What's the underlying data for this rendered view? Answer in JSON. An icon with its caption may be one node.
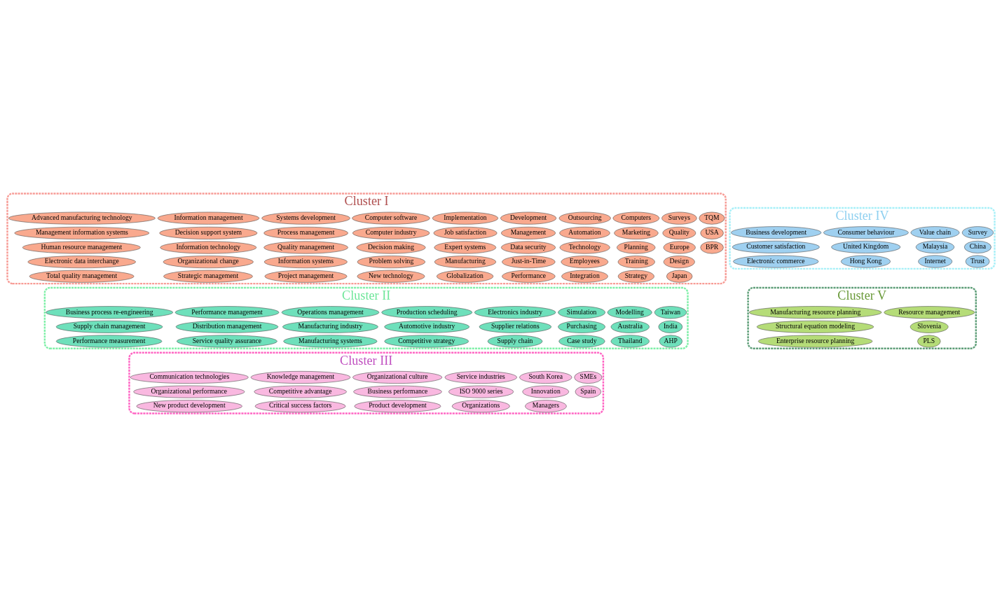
{
  "diagram": {
    "nodes": [
      {
        "text": [
          "Cluster III"
        ]
      },
      {
        "text": [
          "SMEs"
        ],
        "in": 0
      },
      {
        "text": [
          "Business performance"
        ],
        "in": 0
      },
      {
        "text": [
          "New product development"
        ],
        "in": 0
      },
      {
        "text": [
          "Organizational culture"
        ],
        "in": 0
      },
      {
        "text": [
          "Organizational performance"
        ],
        "in": 0
      },
      {
        "text": [
          "Competitive advantage"
        ],
        "in": 0
      },
      {
        "text": [
          "Organizations"
        ],
        "in": 0
      },
      {
        "text": [
          "Spain"
        ],
        "in": 0
      },
      {
        "text": [
          "Knowledge management"
        ],
        "in": 0
      },
      {
        "text": [
          "Innovation"
        ],
        "in": 0
      },
      {
        "text": [
          "South Korea"
        ],
        "in": 0
      },
      {
        "text": [
          "ISO 9000 series"
        ],
        "in": 0
      },
      {
        "text": [
          "Communication technologies"
        ],
        "in": 0
      },
      {
        "text": [
          "Critical success factors"
        ],
        "in": 0
      },
      {
        "text": [
          "Managers"
        ],
        "in": 0
      },
      {
        "text": [
          "Service industries"
        ],
        "in": 0
      },
      {
        "text": [
          "Product development"
        ],
        "in": 0
      },
      {
        "text": [
          "Cluster II"
        ]
      },
      {
        "text": [
          "Supply chain management"
        ],
        "in": 18
      },
      {
        "text": [
          "Performance management"
        ],
        "in": 18
      },
      {
        "text": [
          "Simulation"
        ],
        "in": 18
      },
      {
        "text": [
          "Business process re-engineering"
        ],
        "in": 18
      },
      {
        "text": [
          "Automotive industry"
        ],
        "in": 18
      },
      {
        "text": [
          "AHP"
        ],
        "in": 18
      },
      {
        "text": [
          "Australia"
        ],
        "in": 18
      },
      {
        "text": [
          "Electronics industry"
        ],
        "in": 18
      },
      {
        "text": [
          "Performance measurement"
        ],
        "in": 18
      },
      {
        "text": [
          "Service quality assurance"
        ],
        "in": 18
      },
      {
        "text": [
          "Thailand"
        ],
        "in": 18
      },
      {
        "text": [
          "Manufacturing systems"
        ],
        "in": 18
      },
      {
        "text": [
          "India"
        ],
        "in": 18
      },
      {
        "text": [
          "Case study"
        ],
        "in": 18
      },
      {
        "text": [
          "Production scheduling"
        ],
        "in": 18
      },
      {
        "text": [
          "Supplier relations"
        ],
        "in": 18
      },
      {
        "text": [
          "Competitive strategy"
        ],
        "in": 18
      },
      {
        "text": [
          "Operations management"
        ],
        "in": 18
      },
      {
        "text": [
          "Taiwan"
        ],
        "in": 18
      },
      {
        "text": [
          "Modelling"
        ],
        "in": 18
      },
      {
        "text": [
          "Manufacturing industry"
        ],
        "in": 18
      },
      {
        "text": [
          "Supply chain"
        ],
        "in": 18
      },
      {
        "text": [
          "Purchasing"
        ],
        "in": 18
      },
      {
        "text": [
          "Distribution management"
        ],
        "in": 18
      },
      {
        "text": [
          "Cluster I"
        ]
      },
      {
        "text": [
          "Advanced manufacturing technology"
        ],
        "in": 43
      },
      {
        "text": [
          "Just-in-Time"
        ],
        "in": 43
      },
      {
        "text": [
          "Decision support system"
        ],
        "in": 43
      },
      {
        "text": [
          "Management information systems"
        ],
        "in": 43
      },
      {
        "text": [
          "Surveys"
        ],
        "in": 43
      },
      {
        "text": [
          "Decision making"
        ],
        "in": 43
      },
      {
        "text": [
          "Strategy"
        ],
        "in": 43
      },
      {
        "text": [
          "Employees"
        ],
        "in": 43
      },
      {
        "text": [
          "Expert systems"
        ],
        "in": 43
      },
      {
        "text": [
          "Manufacturing"
        ],
        "in": 43
      },
      {
        "text": [
          "Development"
        ],
        "in": 43
      },
      {
        "text": [
          "Information systems"
        ],
        "in": 43
      },
      {
        "text": [
          "USA"
        ],
        "in": 43
      },
      {
        "text": [
          "Process management"
        ],
        "in": 43
      },
      {
        "text": [
          "Information technology"
        ],
        "in": 43
      },
      {
        "text": [
          "Job satisfaction"
        ],
        "in": 43
      },
      {
        "text": [
          "Human resource management"
        ],
        "in": 43
      },
      {
        "text": [
          "Computer software"
        ],
        "in": 43
      },
      {
        "text": [
          "Training"
        ],
        "in": 43
      },
      {
        "text": [
          "Computer industry"
        ],
        "in": 43
      },
      {
        "text": [
          "Japan"
        ],
        "in": 43
      },
      {
        "text": [
          "Strategic management"
        ],
        "in": 43
      },
      {
        "text": [
          "Planning"
        ],
        "in": 43
      },
      {
        "text": [
          "Outsourcing"
        ],
        "in": 43
      },
      {
        "text": [
          "Organizational change"
        ],
        "in": 43
      },
      {
        "text": [
          "Globalization"
        ],
        "in": 43
      },
      {
        "text": [
          "Technology"
        ],
        "in": 43
      },
      {
        "text": [
          "Systems development"
        ],
        "in": 43
      },
      {
        "text": [
          "Total quality management"
        ],
        "in": 43
      },
      {
        "text": [
          "Management"
        ],
        "in": 43
      },
      {
        "text": [
          "BPR"
        ],
        "in": 43
      },
      {
        "text": [
          "Europe"
        ],
        "in": 43
      },
      {
        "text": [
          "Quality"
        ],
        "in": 43
      },
      {
        "text": [
          "Quality management"
        ],
        "in": 43
      },
      {
        "text": [
          "Integration"
        ],
        "in": 43
      },
      {
        "text": [
          "Problem solving"
        ],
        "in": 43
      },
      {
        "text": [
          "Computers"
        ],
        "in": 43
      },
      {
        "text": [
          "Data security"
        ],
        "in": 43
      },
      {
        "text": [
          "Information management"
        ],
        "in": 43
      },
      {
        "text": [
          "Implementation"
        ],
        "in": 43
      },
      {
        "text": [
          "Design"
        ],
        "in": 43
      },
      {
        "text": [
          "TQM"
        ],
        "in": 43
      },
      {
        "text": [
          "Electronic data interchange"
        ],
        "in": 43
      },
      {
        "text": [
          "New technology"
        ],
        "in": 43
      },
      {
        "text": [
          "Project management"
        ],
        "in": 43
      },
      {
        "text": [
          "Marketing"
        ],
        "in": 43
      },
      {
        "text": [
          "Performance"
        ],
        "in": 43
      },
      {
        "text": [
          "Automation"
        ],
        "in": 43
      },
      {
        "text": [
          "Cluster V"
        ]
      },
      {
        "text": [
          "Enterprise resource planning"
        ],
        "in": 92
      },
      {
        "text": [
          "Structural equation modeling"
        ],
        "in": 92
      },
      {
        "text": [
          "Manufacturing resource planning"
        ],
        "in": 92
      },
      {
        "text": [
          "Resource management"
        ],
        "in": 92
      },
      {
        "text": [
          "PLS"
        ],
        "in": 92
      },
      {
        "text": [
          "Slovenia"
        ],
        "in": 92
      },
      {
        "text": [
          "Cluster IV"
        ]
      },
      {
        "text": [
          "Malaysia"
        ],
        "in": 99
      },
      {
        "text": [
          "Survey"
        ],
        "in": 99
      },
      {
        "text": [
          "Customer satisfaction"
        ],
        "in": 99
      },
      {
        "text": [
          "China"
        ],
        "in": 99
      },
      {
        "text": [
          "Trust"
        ],
        "in": 99
      },
      {
        "text": [
          "Hong Kong"
        ],
        "in": 99
      },
      {
        "text": [
          "Internet"
        ],
        "in": 99
      },
      {
        "text": [
          "Value chain"
        ],
        "in": 99
      },
      {
        "text": [
          "Business development"
        ],
        "in": 99
      },
      {
        "text": [
          "Consumer behaviour"
        ],
        "in": 99
      },
      {
        "text": [
          "United Kingdom"
        ],
        "in": 99
      },
      {
        "text": [
          "Electronic commerce"
        ],
        "in": 99
      }
    ]
  }
}
